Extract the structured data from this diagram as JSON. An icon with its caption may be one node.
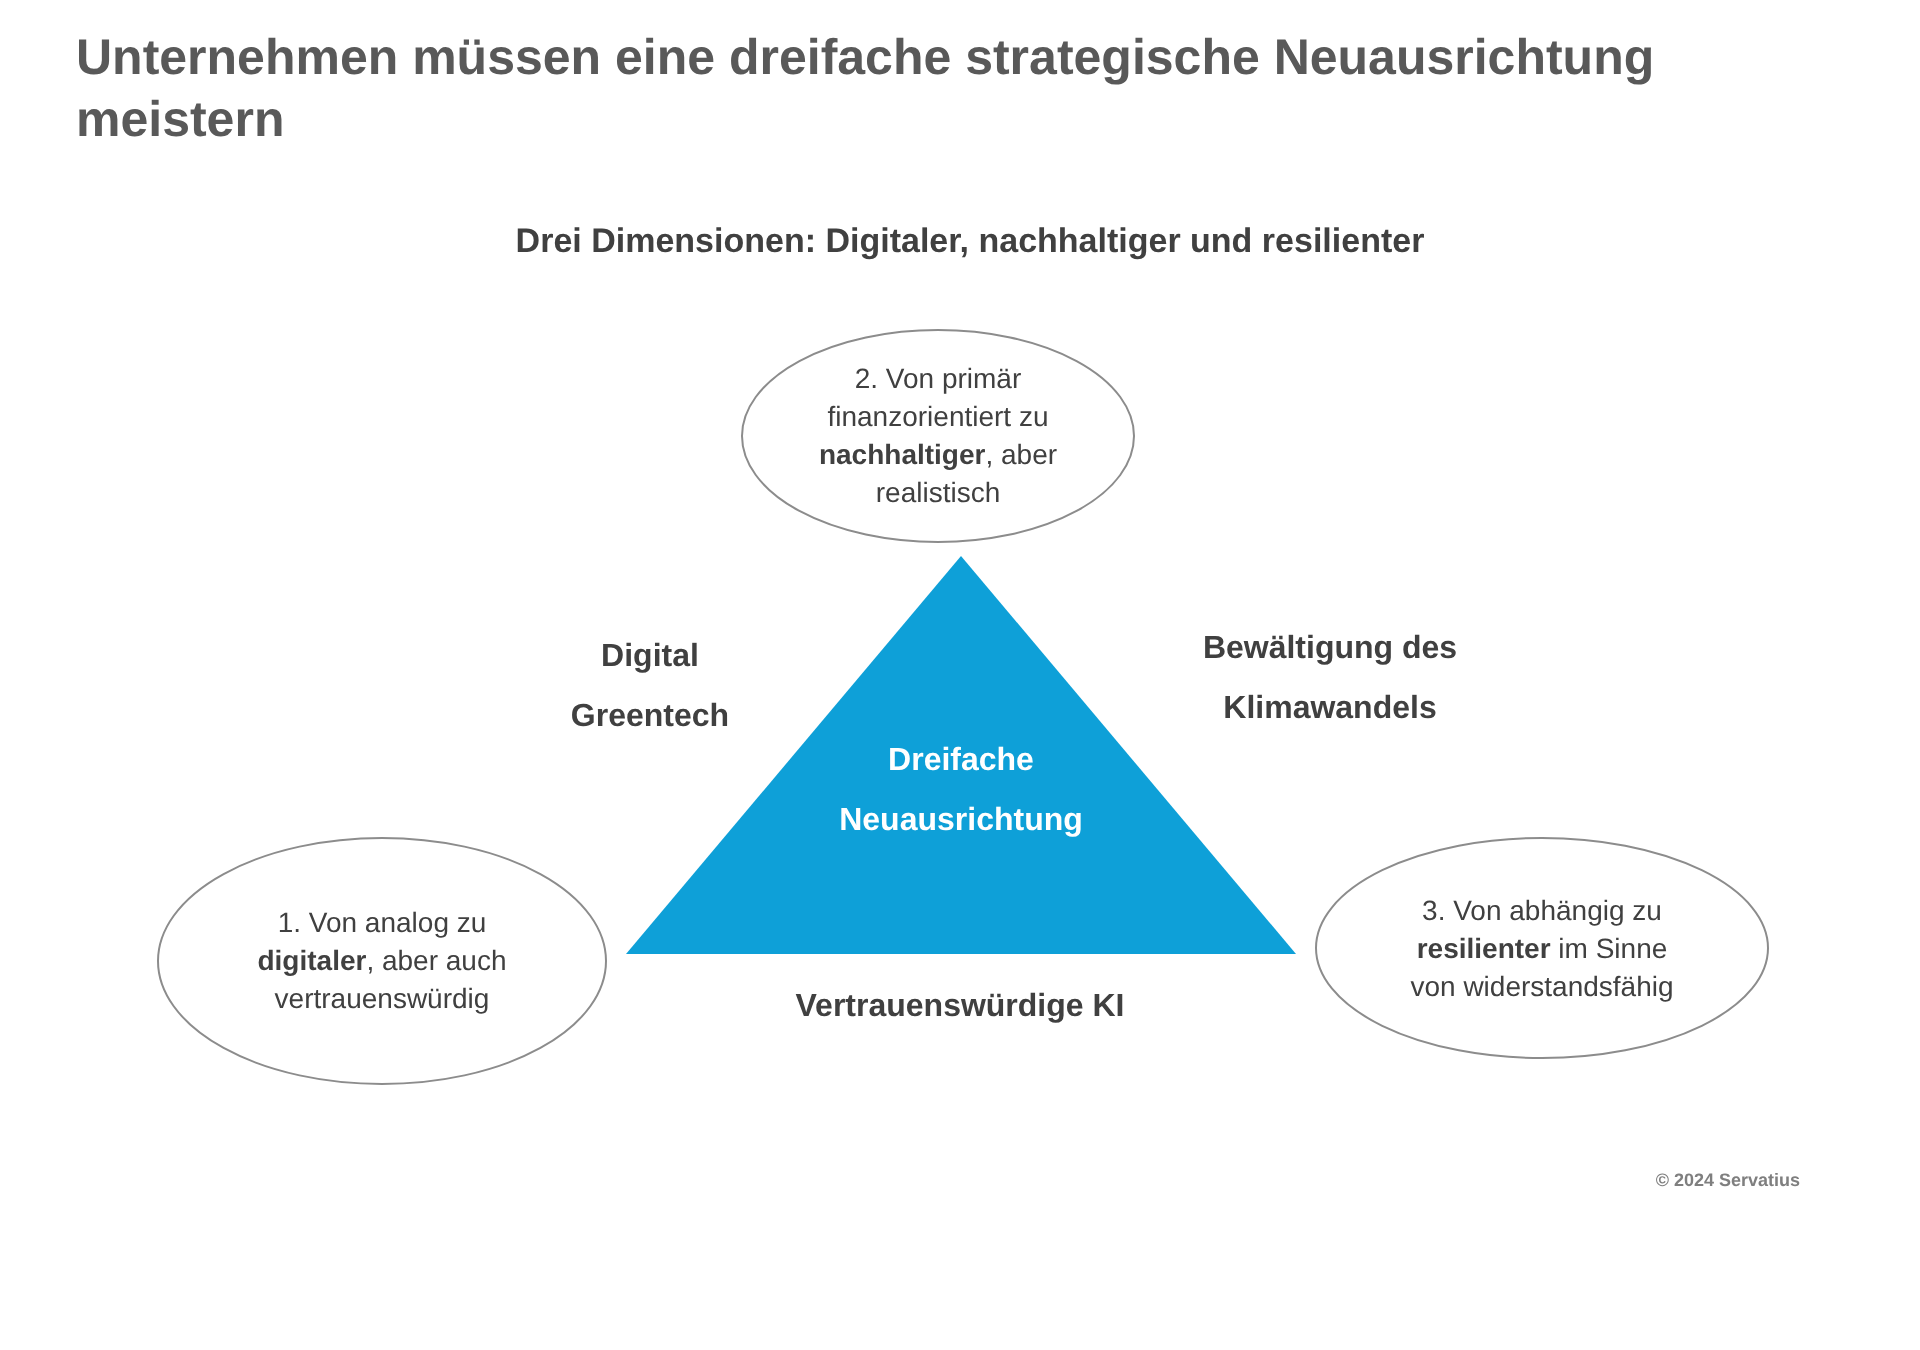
{
  "diagram": {
    "title": "Unternehmen müssen eine dreifache strategische Neuausrichtung meistern",
    "nodes": [
      {
        "text": [
          "2. Von primär finanzorientiert zu **nachhaltiger**, aber realistisch"
        ]
      },
      {
        "text": [
          "Dreifache Neuausrichtung"
        ]
      },
      {
        "text": [
          "1. Von analog zu **digitaler**, aber auch vertrauenswürdig"
        ]
      },
      {
        "text": [
          "3. Von abhängig zu **resilienter** im Sinne von widerstandsfähig"
        ]
      }
    ],
    "labels": [
      "Drei Dimensionen: Digitaler, nachhaltiger und resilienter",
      "Digital Greentech",
      "Bewältigung des Klimawandels",
      "Vertrauenswürdige KI",
      "© 2024 Servatius"
    ]
  }
}
